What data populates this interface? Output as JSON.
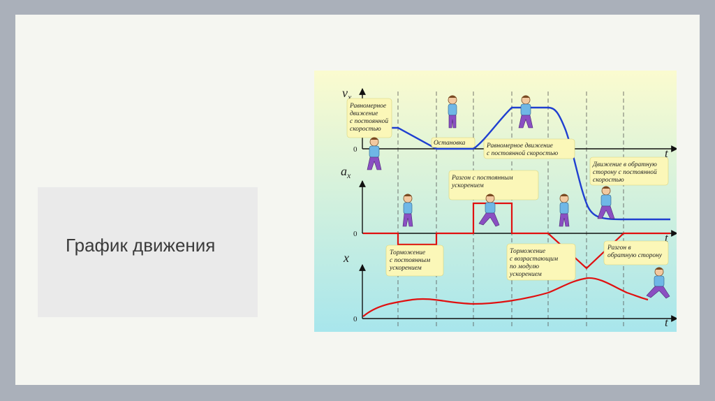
{
  "slide": {
    "title": "График движения"
  },
  "figure": {
    "axes": {
      "vx": {
        "symbol": "v",
        "subscript": "x"
      },
      "ax": {
        "symbol": "a",
        "subscript": "x"
      },
      "x": {
        "symbol": "x"
      },
      "t": "t",
      "zero": "0"
    },
    "captions": [
      {
        "id": "uniform-motion",
        "lines": [
          "Равномерное",
          "движение",
          "с постоянной",
          "скоростью"
        ]
      },
      {
        "id": "stop",
        "lines": [
          "Остановка"
        ]
      },
      {
        "id": "uniform-motion-2",
        "lines": [
          "Равномерное движение",
          "с постоянной скоростью"
        ]
      },
      {
        "id": "reverse-motion",
        "lines": [
          "Движение в обратную",
          "сторону с постоянной",
          "скоростью"
        ]
      },
      {
        "id": "accel-const",
        "lines": [
          "Разгон с постоянным",
          "ускорением"
        ]
      },
      {
        "id": "braking-const",
        "lines": [
          "Торможение",
          "с постоянным",
          "ускорением"
        ]
      },
      {
        "id": "braking-increasing",
        "lines": [
          "Торможение",
          "с возрастающим",
          "по модулю",
          "ускорением"
        ]
      },
      {
        "id": "accel-reverse",
        "lines": [
          "Разгон в",
          "обратную сторону"
        ]
      }
    ],
    "colors": {
      "bg_top": "#fbfbcf",
      "bg_bottom": "#a8e6ec",
      "velocity": "#1f3fd0",
      "acceleration": "#e01010",
      "position": "#e01010",
      "caption_bg": "#fbf7b8",
      "shirt": "#6fb7e6",
      "pants": "#8a4fc2"
    }
  }
}
